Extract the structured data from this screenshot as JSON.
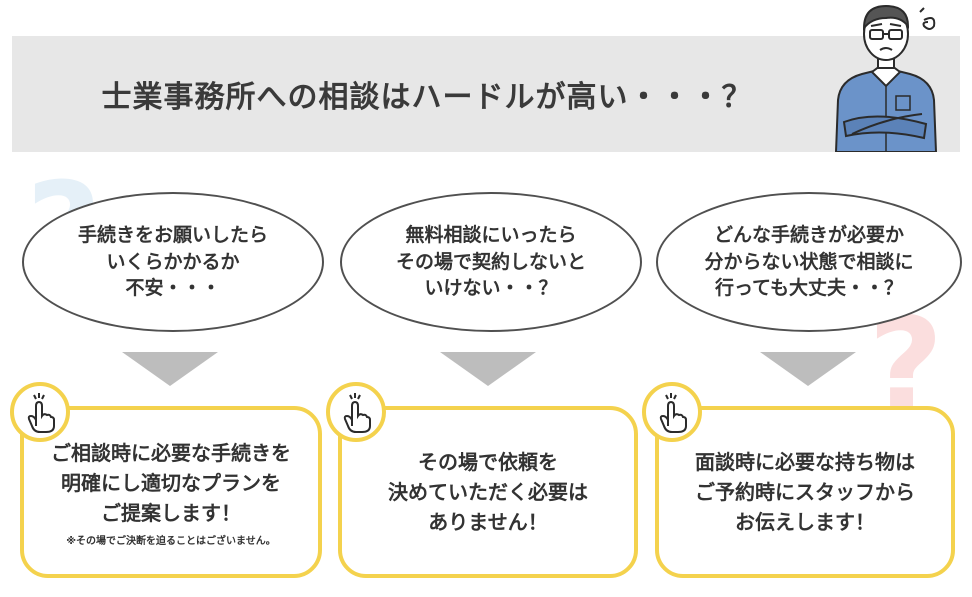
{
  "banner": {
    "title": "士業事務所への相談はハードルが高い・・・？"
  },
  "concerns": [
    {
      "lines": [
        "手続きをお願いしたら",
        "いくらかかるか",
        "不安・・・"
      ]
    },
    {
      "lines": [
        "無料相談にいったら",
        "その場で契約しないと",
        "いけない・・？"
      ]
    },
    {
      "lines": [
        "どんな手続きが必要か",
        "分からない状態で相談に",
        "行っても大丈夫・・？"
      ]
    }
  ],
  "answers": [
    {
      "lines": [
        "ご相談時に必要な手続きを",
        "明確にし適切なプランを",
        "ご提案します！"
      ],
      "note": "※その場でご決断を迫ることはございません。"
    },
    {
      "lines": [
        "その場で依頼を",
        "決めていただく必要は",
        "ありません！"
      ]
    },
    {
      "lines": [
        "面談時に必要な持ち物は",
        "ご予約時にスタッフから",
        "お伝えします！"
      ]
    }
  ],
  "icons": {
    "person": "worried-man-icon",
    "pointer": "pointing-finger-icon",
    "question": "question-mark-icon"
  },
  "colors": {
    "banner_bg": "#e7e7e7",
    "card_border": "#f4d24d",
    "arrow": "#bdbdbd",
    "question_blue": "#e5f0f8",
    "question_pink": "#fbdede",
    "shirt": "#6b93c9"
  }
}
